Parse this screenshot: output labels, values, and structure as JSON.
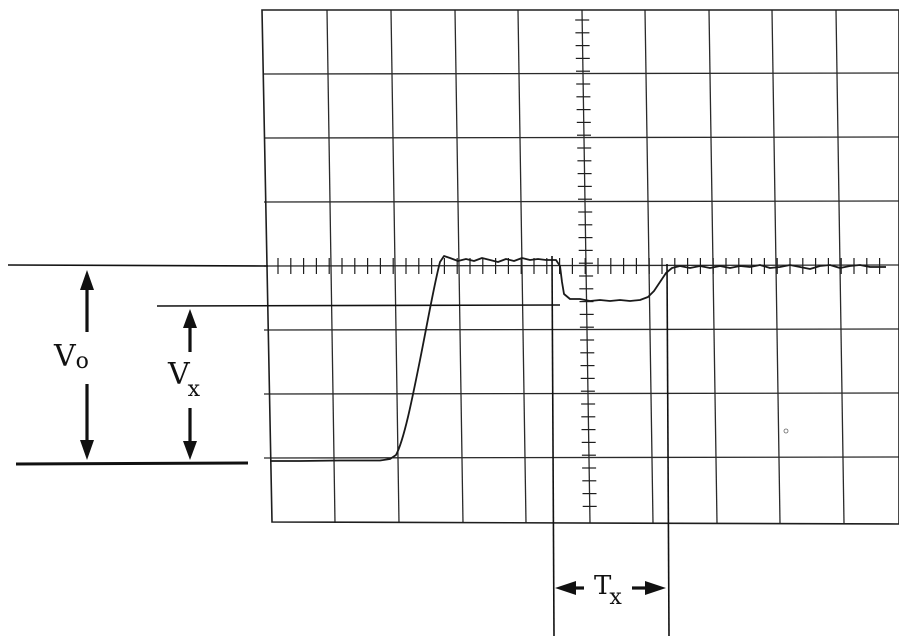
{
  "figure": {
    "amplitude_label": {
      "main": "V",
      "subscript": "o"
    },
    "dip_label": {
      "main": "V",
      "subscript": "x"
    },
    "duration_label": {
      "main": "T",
      "subscript": "x"
    }
  },
  "colors": {
    "ink": "#111111",
    "background": "#ffffff"
  }
}
